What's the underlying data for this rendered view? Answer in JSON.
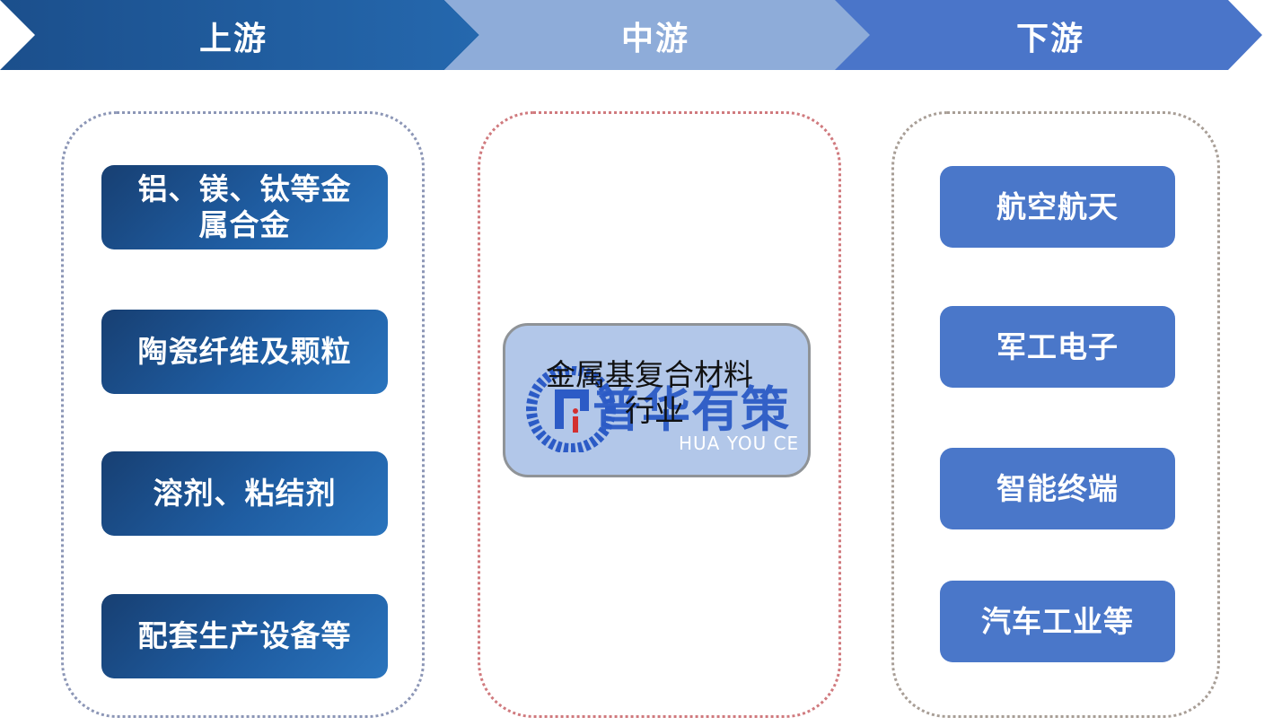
{
  "stages": {
    "upstream": "上游",
    "midstream": "中游",
    "downstream": "下游"
  },
  "upstream_items": [
    {
      "line1": "铝、镁、钛等金",
      "line2": "属合金"
    },
    {
      "line1": "陶瓷纤维及颗粒"
    },
    {
      "line1": "溶剂、粘结剂"
    },
    {
      "line1": "配套生产设备等"
    }
  ],
  "midstream_item": {
    "line1": "金属基复合材料",
    "line2": "行业"
  },
  "downstream_items": [
    "航空航天",
    "军工电子",
    "智能终端",
    "汽车工业等"
  ],
  "watermark": {
    "name": "普华有策",
    "sub": "HUA YOU CE"
  },
  "colors": {
    "stage_upstream": "#2060a6",
    "stage_midstream": "#8eacd9",
    "stage_downstream": "#4a75c9",
    "upstream_box": "#1f5da2",
    "downstream_box": "#4a77c9",
    "center_box": "#b2c7e9"
  }
}
